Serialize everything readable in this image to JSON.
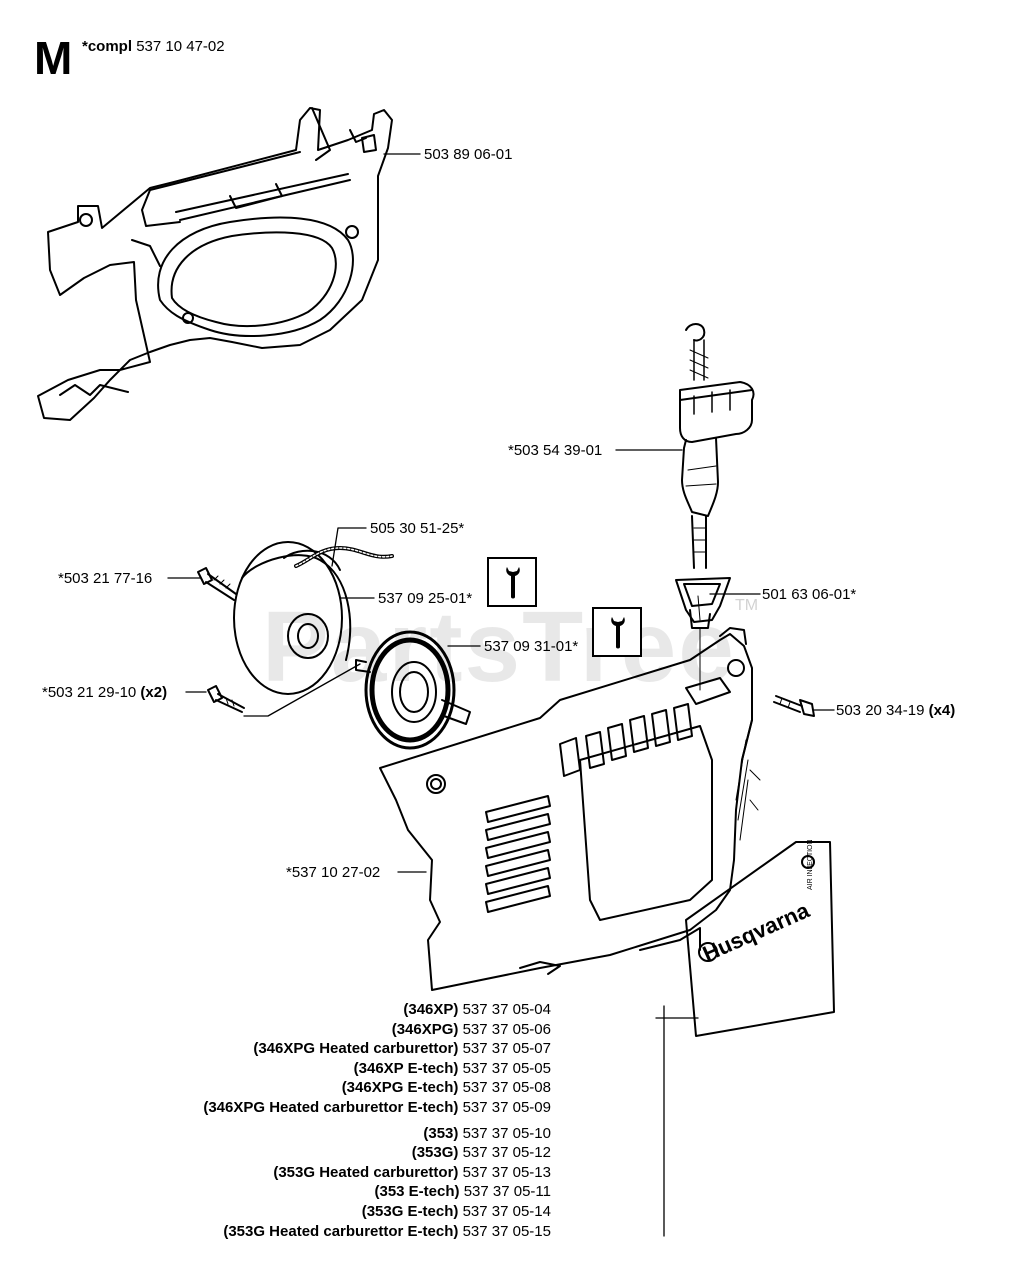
{
  "header": {
    "section_letter": "M",
    "compl_label": "*compl",
    "compl_part": "537 10 47-02"
  },
  "watermark": {
    "text": "PartsTree",
    "tm": "TM"
  },
  "callouts": {
    "housing_frame": "503 89 06-01",
    "handle": "*503 54 39-01",
    "rope": "505 30 51-25*",
    "screw_pulley": "*503 21 77-16",
    "pulley": "537 09 25-01*",
    "spring": "537 09 31-01*",
    "guide": "501 63 06-01*",
    "screw_spring": "*503 21 29-10",
    "screw_spring_qty": "(x2)",
    "screw_cover": "503 20 34-19",
    "screw_cover_qty": "(x4)",
    "cover": "*537 10 27-02"
  },
  "decal_text": {
    "brand": "Husqvarna",
    "sub": "AIR INJECTION"
  },
  "variants": [
    {
      "model": "(346XP)",
      "part": "537 37 05-04"
    },
    {
      "model": "(346XPG)",
      "part": "537 37 05-06"
    },
    {
      "model": "(346XPG Heated carburettor)",
      "part": "537 37 05-07"
    },
    {
      "model": "(346XP E-tech)",
      "part": "537 37 05-05"
    },
    {
      "model": "(346XPG E-tech)",
      "part": "537 37 05-08"
    },
    {
      "model": "(346XPG Heated carburettor E-tech)",
      "part": "537 37 05-09"
    },
    {
      "model": "(353)",
      "part": "537 37 05-10"
    },
    {
      "model": "(353G)",
      "part": "537 37 05-12"
    },
    {
      "model": "(353G Heated carburettor)",
      "part": "537 37 05-13"
    },
    {
      "model": "(353 E-tech)",
      "part": "537 37 05-11"
    },
    {
      "model": "(353G E-tech)",
      "part": "537 37 05-14"
    },
    {
      "model": "(353G Heated carburettor E-tech)",
      "part": "537 37 05-15"
    }
  ]
}
